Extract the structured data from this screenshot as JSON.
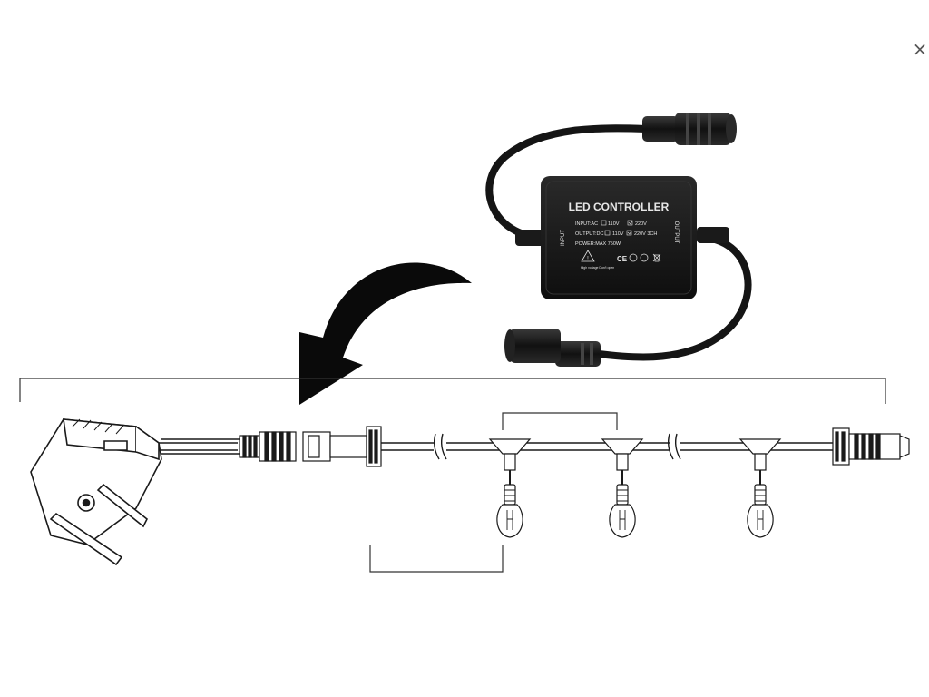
{
  "window": {
    "close_glyph": "×"
  },
  "controller": {
    "title": "LED CONTROLLER",
    "input_side": "INPUT",
    "output_side": "OUTPUT",
    "lines": {
      "input_ac": "INPUT:AC",
      "in_110": "110V",
      "in_220": "220V",
      "output_dc": "OUTPUT:DC",
      "out_110": "110V",
      "out_220": "220V 3CH",
      "power": "POWER:MAX 750W"
    },
    "warning_text": "High voltage Don't open",
    "ce_mark": "CE"
  },
  "icons": {
    "close": "close-icon",
    "arrow": "curved-arrow-icon",
    "plug": "power-plug-icon",
    "bulb": "light-bulb-icon",
    "controller": "led-controller-icon"
  },
  "colors": {
    "ink": "#1a1a1a",
    "line": "#333333",
    "box": "#151515",
    "print": "#e6e6e6",
    "bg": "#ffffff"
  }
}
